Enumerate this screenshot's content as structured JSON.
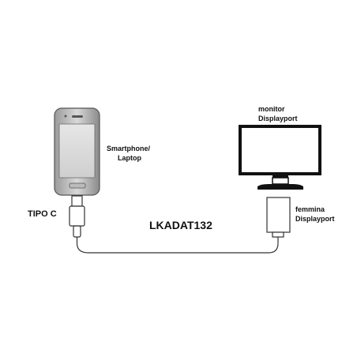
{
  "devices": {
    "phone_label_line1": "Smartphone/",
    "phone_label_line2": "Laptop",
    "monitor_label_line1": "monitor",
    "monitor_label_line2": "Displayport"
  },
  "connectors": {
    "usb_c_label": "TIPO C",
    "dp_female_line1": "femmina",
    "dp_female_line2": "Displayport"
  },
  "cable": {
    "product_code": "LKADAT132"
  }
}
